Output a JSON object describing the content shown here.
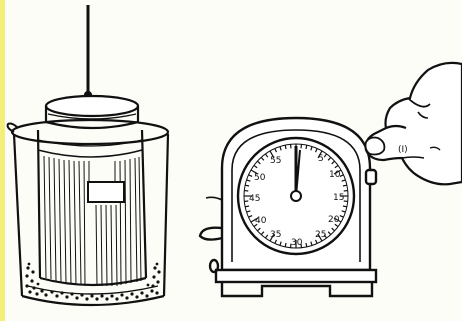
{
  "clock": {
    "labels": [
      "55",
      "5",
      "10",
      "15",
      "20",
      "25",
      "30",
      "35",
      "40",
      "45",
      "50"
    ],
    "roman": "(I)"
  },
  "colors": {
    "ink": "#111111",
    "paper": "#fdfdf8",
    "edge": "#f3ef7a"
  }
}
